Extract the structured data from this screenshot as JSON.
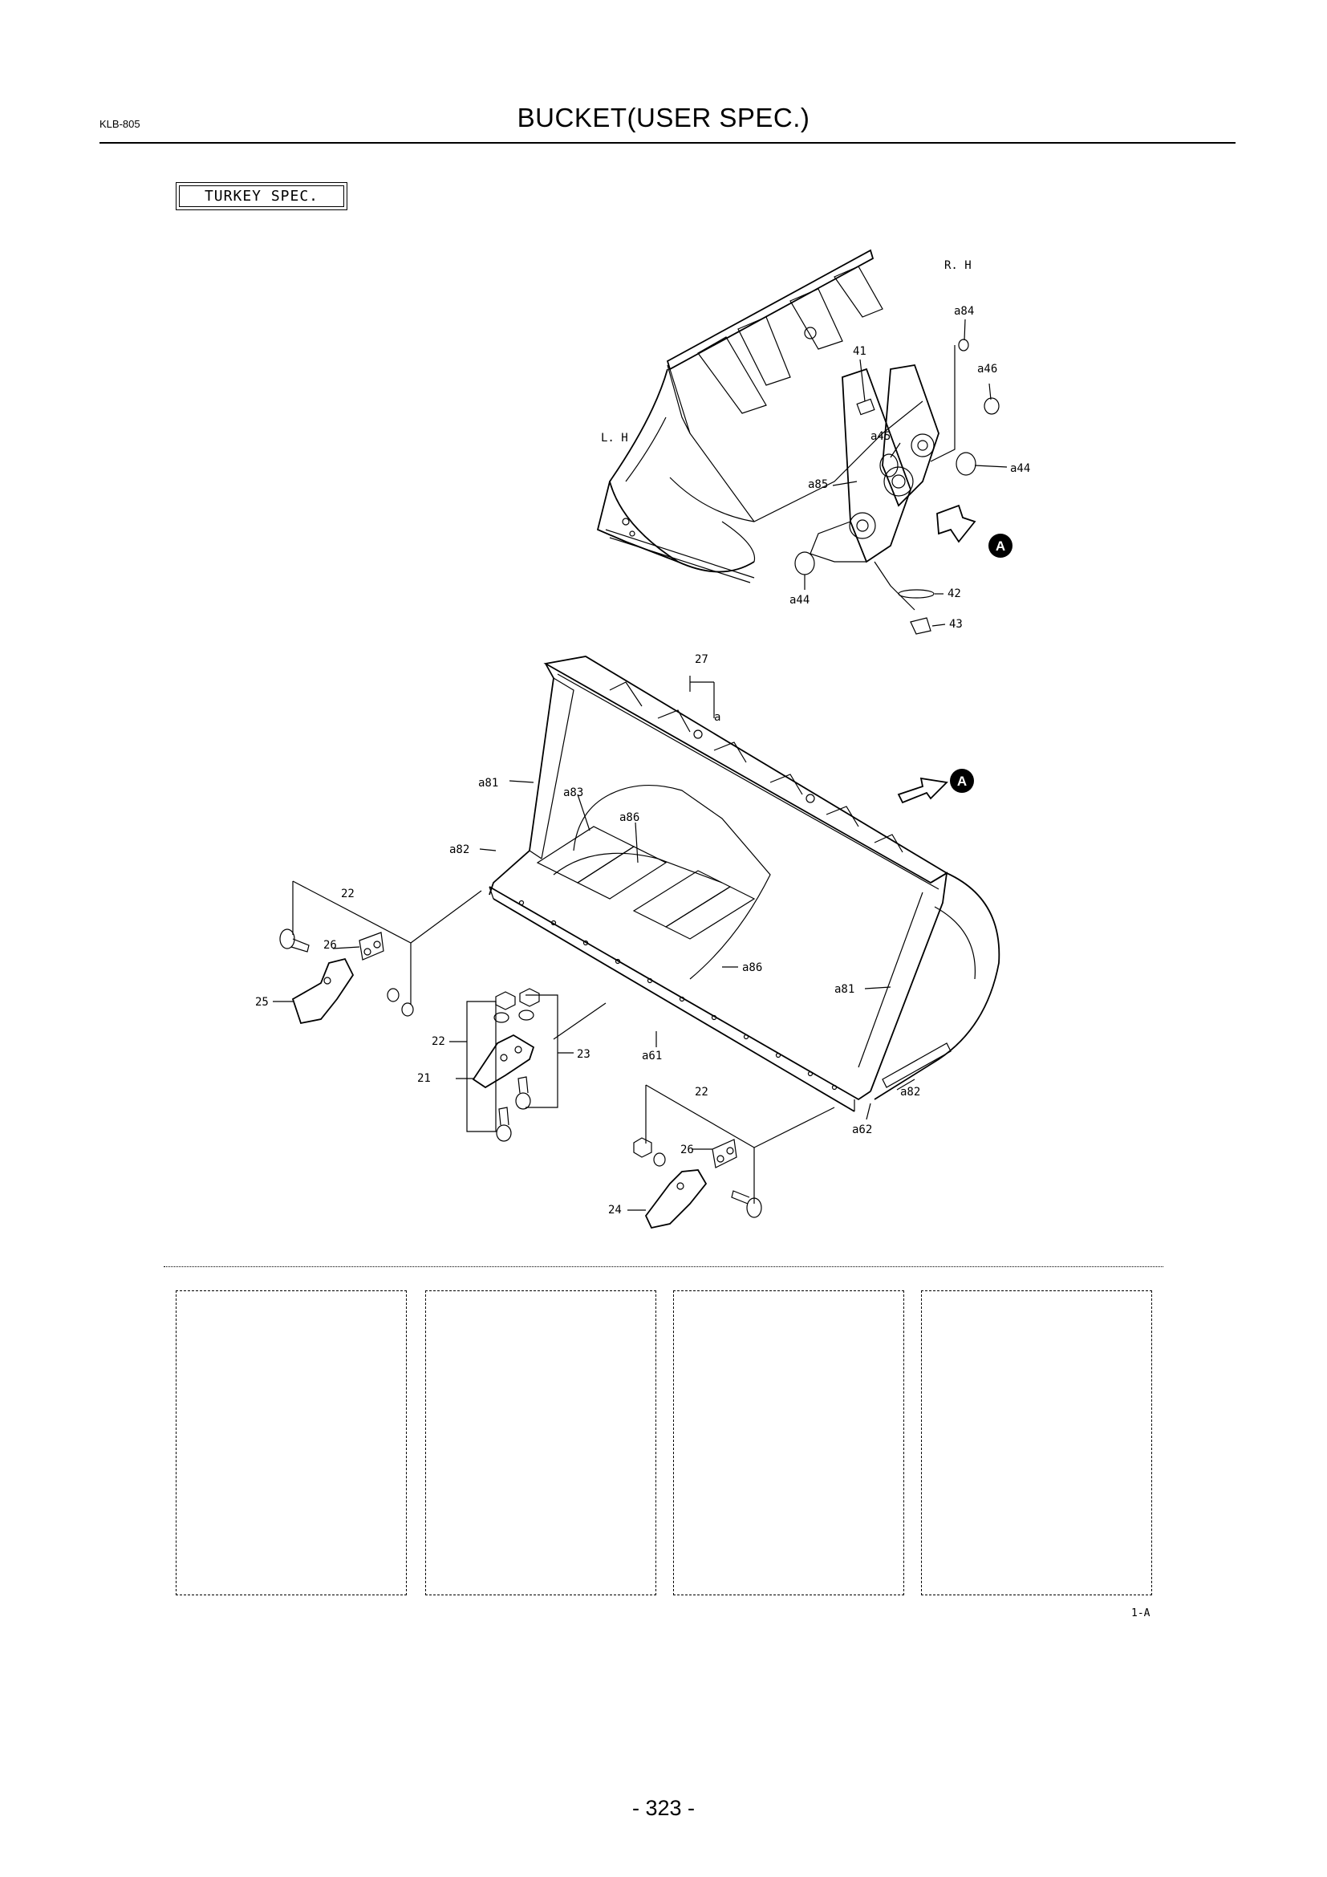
{
  "header": {
    "doc_code": "KLB-805",
    "title": "BUCKET(USER SPEC.)"
  },
  "spec_box": "TURKEY SPEC.",
  "diagram": {
    "side_labels": {
      "right": "R. H",
      "left": "L. H"
    },
    "view_marker": "A",
    "callouts": {
      "c_a84": "a84",
      "c_a46": "a46",
      "c_41": "41",
      "c_a45": "a45",
      "c_a44_r": "a44",
      "c_a85": "a85",
      "c_a44_l": "a44",
      "c_42": "42",
      "c_43": "43",
      "c_27": "27",
      "c_a": "a",
      "c_a81_l": "a81",
      "c_a83": "a83",
      "c_a86_t": "a86",
      "c_a82_l": "a82",
      "c_a86_m": "a86",
      "c_a81_r": "a81",
      "c_22_l": "22",
      "c_26_l": "26",
      "c_25": "25",
      "c_22_m": "22",
      "c_21": "21",
      "c_23": "23",
      "c_a61": "a61",
      "c_a82_r": "a82",
      "c_a62": "a62",
      "c_22_r": "22",
      "c_26_r": "26",
      "c_24": "24"
    }
  },
  "footer": {
    "figure_ref": "1-A",
    "page_number": "- 323 -"
  }
}
